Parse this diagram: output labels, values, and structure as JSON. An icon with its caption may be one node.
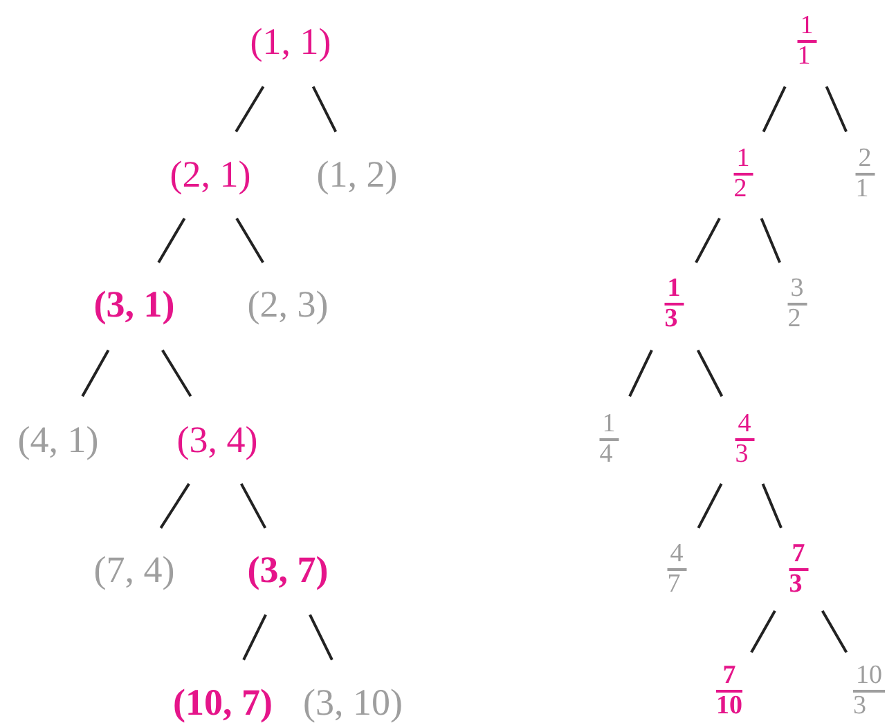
{
  "diagram": {
    "nodes": [
      {
        "text": [
          "(1, 1)"
        ]
      },
      {
        "text": [
          "(2, 1)"
        ]
      },
      {
        "text": [
          "(1, 2)"
        ]
      },
      {
        "text": [
          "(3, 1)"
        ]
      },
      {
        "text": [
          "(2, 3)"
        ]
      },
      {
        "text": [
          "(4, 1)"
        ]
      },
      {
        "text": [
          "(3, 4)"
        ]
      },
      {
        "text": [
          "(7, 4)"
        ]
      },
      {
        "text": [
          "(3, 7)"
        ]
      },
      {
        "text": [
          "(10, 7)"
        ]
      },
      {
        "text": [
          "(3, 10)"
        ]
      },
      {
        "text": [
          "1",
          "1"
        ]
      },
      {
        "text": [
          "1",
          "2"
        ]
      },
      {
        "text": [
          "2",
          "1"
        ]
      },
      {
        "text": [
          "1",
          "3"
        ]
      },
      {
        "text": [
          "3",
          "2"
        ]
      },
      {
        "text": [
          "1",
          "4"
        ]
      },
      {
        "text": [
          "4",
          "3"
        ]
      },
      {
        "text": [
          "4",
          "7"
        ]
      },
      {
        "text": [
          "7",
          "3"
        ]
      },
      {
        "text": [
          "7",
          "10"
        ]
      },
      {
        "text": [
          "10",
          "3"
        ]
      }
    ],
    "edges": [
      {
        "from": 0,
        "to": 1,
        "arrow": "none"
      },
      {
        "from": 0,
        "to": 2,
        "arrow": "none"
      },
      {
        "from": 1,
        "to": 3,
        "arrow": "none"
      },
      {
        "from": 1,
        "to": 4,
        "arrow": "none"
      },
      {
        "from": 3,
        "to": 5,
        "arrow": "none"
      },
      {
        "from": 3,
        "to": 6,
        "arrow": "none"
      },
      {
        "from": 6,
        "to": 7,
        "arrow": "none"
      },
      {
        "from": 6,
        "to": 8,
        "arrow": "none"
      },
      {
        "from": 8,
        "to": 9,
        "arrow": "none"
      },
      {
        "from": 8,
        "to": 10,
        "arrow": "none"
      },
      {
        "from": 11,
        "to": 12,
        "arrow": "none"
      },
      {
        "from": 11,
        "to": 13,
        "arrow": "none"
      },
      {
        "from": 12,
        "to": 14,
        "arrow": "none"
      },
      {
        "from": 12,
        "to": 15,
        "arrow": "none"
      },
      {
        "from": 14,
        "to": 16,
        "arrow": "none"
      },
      {
        "from": 14,
        "to": 17,
        "arrow": "none"
      },
      {
        "from": 17,
        "to": 18,
        "arrow": "none"
      },
      {
        "from": 17,
        "to": 19,
        "arrow": "none"
      },
      {
        "from": 19,
        "to": 20,
        "arrow": "none"
      },
      {
        "from": 19,
        "to": 21,
        "arrow": "none"
      }
    ]
  }
}
